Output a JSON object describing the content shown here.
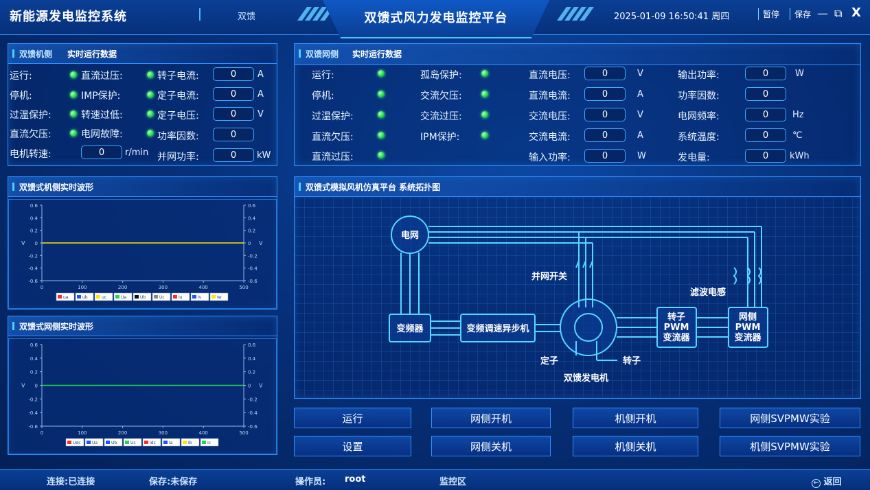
{
  "header": {
    "system_title": "新能源发电监控系统",
    "mode": "双馈",
    "platform_title": "双馈式风力发电监控平台",
    "datetime": "2025-01-09  16:50:41  周四",
    "pause": "暂停",
    "save": "保存",
    "minimize": "—",
    "restore": "⧉",
    "close": "X"
  },
  "machine_panel": {
    "title_a": "双馈机侧",
    "title_b": "实时运行数据",
    "status": [
      {
        "label": "运行:"
      },
      {
        "label": "停机:"
      },
      {
        "label": "过温保护:"
      },
      {
        "label": "直流欠压:"
      }
    ],
    "status2": [
      {
        "label": "直流过压:"
      },
      {
        "label": "IMP保护:"
      },
      {
        "label": "转速过低:"
      },
      {
        "label": "电网故障:"
      }
    ],
    "values": [
      {
        "label": "转子电流:",
        "value": "0",
        "unit": "A"
      },
      {
        "label": "定子电流:",
        "value": "0",
        "unit": "A"
      },
      {
        "label": "定子电压:",
        "value": "0",
        "unit": "V"
      },
      {
        "label": "功率因数:",
        "value": "0",
        "unit": ""
      },
      {
        "label": "并网功率:",
        "value": "0",
        "unit": "kW"
      }
    ],
    "speed": {
      "label": "电机转速:",
      "value": "0",
      "unit": "r/min"
    }
  },
  "grid_panel": {
    "title_a": "双馈网侧",
    "title_b": "实时运行数据",
    "status_col1": [
      {
        "label": "运行:"
      },
      {
        "label": "停机:"
      },
      {
        "label": "过温保护:"
      },
      {
        "label": "直流欠压:"
      },
      {
        "label": "直流过压:"
      }
    ],
    "status_col2": [
      {
        "label": "孤岛保护:"
      },
      {
        "label": "交流欠压:"
      },
      {
        "label": "交流过压:"
      },
      {
        "label": "IPM保护:"
      }
    ],
    "values_col3": [
      {
        "label": "直流电压:",
        "value": "0",
        "unit": "V"
      },
      {
        "label": "直流电流:",
        "value": "0",
        "unit": "A"
      },
      {
        "label": "交流电压:",
        "value": "0",
        "unit": "V"
      },
      {
        "label": "交流电流:",
        "value": "0",
        "unit": "A"
      },
      {
        "label": "输入功率:",
        "value": "0",
        "unit": "W"
      }
    ],
    "values_col4": [
      {
        "label": "输出功率:",
        "value": "0",
        "unit": "W"
      },
      {
        "label": "功率因数:",
        "value": "0",
        "unit": ""
      },
      {
        "label": "电网频率:",
        "value": "0",
        "unit": "Hz"
      },
      {
        "label": "系统温度:",
        "value": "0",
        "unit": "℃"
      },
      {
        "label": "发电量:",
        "value": "0",
        "unit": "kWh"
      }
    ]
  },
  "machine_wave": {
    "title": "双馈式机侧实时波形",
    "legend": [
      "ua",
      "ub",
      "uc",
      "Ua",
      "Ub",
      "Uc",
      "Iu",
      "Iv",
      "Iw"
    ],
    "legend_colors": [
      "#ff2a2a",
      "#2050ff",
      "#ffe600",
      "#22d84a",
      "#111111",
      "#8a8a8a",
      "#ff2a2a",
      "#2050ff",
      "#ffe600"
    ],
    "line_color": "#ffe600"
  },
  "grid_wave": {
    "title": "双馈式网侧实时波形",
    "legend": [
      "Udc",
      "Ua",
      "Ub",
      "Uc",
      "Idc",
      "Ia",
      "Ib",
      "Ic"
    ],
    "legend_colors": [
      "#ff2a2a",
      "#2050ff",
      "#2050ff",
      "#22d84a",
      "#ff2a2a",
      "#2050ff",
      "#ffe600",
      "#22d84a"
    ],
    "line_color": "#22d84a"
  },
  "chart_data": [
    {
      "type": "line",
      "title": "双馈式机侧实时波形",
      "ylabel": "V",
      "xlim": [
        0,
        500
      ],
      "ylim": [
        -0.6,
        0.6
      ],
      "x_ticks": [
        0,
        100,
        200,
        300,
        400,
        500
      ],
      "y_ticks": [
        0.6,
        0.4,
        0.2,
        0,
        -0.2,
        -0.4,
        -0.6
      ],
      "series": [
        {
          "name": "uc",
          "x": [
            0,
            500
          ],
          "values": [
            0,
            0
          ]
        }
      ]
    },
    {
      "type": "line",
      "title": "双馈式网侧实时波形",
      "ylabel": "V",
      "xlim": [
        0,
        500
      ],
      "ylim": [
        -0.6,
        0.6
      ],
      "x_ticks": [
        0,
        100,
        200,
        300,
        400,
        500
      ],
      "y_ticks": [
        0.6,
        0.4,
        0.2,
        0,
        -0.2,
        -0.4,
        -0.6
      ],
      "series": [
        {
          "name": "Uc",
          "x": [
            0,
            500
          ],
          "values": [
            0,
            0
          ]
        }
      ]
    }
  ],
  "topology": {
    "title": "双馈式模拟风机仿真平台  系统拓扑图",
    "grid": "电网",
    "switch": "并网开关",
    "filter": "滤波电感",
    "inverter": "变频器",
    "motor": "变频调速异步机",
    "rotor_conv": [
      "转子",
      "PWM",
      "变流器"
    ],
    "grid_conv": [
      "网侧",
      "PWM",
      "变流器"
    ],
    "stator": "定子",
    "rotor": "转子",
    "generator": "双馈发电机"
  },
  "buttons": {
    "run": "运行",
    "grid_on": "网侧开机",
    "machine_on": "机侧开机",
    "grid_svpwm": "网侧SVPMW实验",
    "settings": "设置",
    "grid_off": "网侧关机",
    "machine_off": "机侧关机",
    "machine_svpwm": "机侧SVPMW实验"
  },
  "footer": {
    "conn": "连接:已连接",
    "saved": "保存:未保存",
    "operator_label": "操作员:",
    "operator": "root",
    "area": "监控区",
    "back": "返回"
  }
}
